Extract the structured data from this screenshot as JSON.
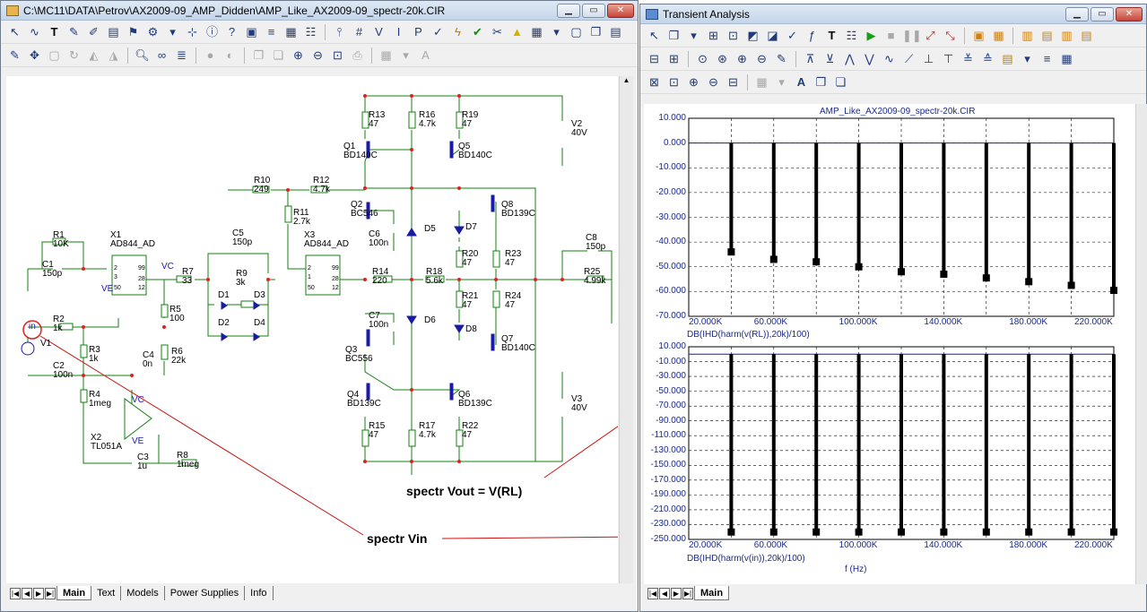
{
  "left_window": {
    "title": "C:\\MC11\\DATA\\Petrov\\AX2009-09_AMP_Didden\\AMP_Like_AX2009-09_spectr-20k.CIR",
    "tabs": [
      "Main",
      "Text",
      "Models",
      "Power Supplies",
      "Info"
    ],
    "active_tab": "Main"
  },
  "right_window": {
    "title": "Transient Analysis",
    "tabs": [
      "Main"
    ],
    "active_tab": "Main"
  },
  "schematic": {
    "components": [
      {
        "ref": "R1",
        "val": "10K"
      },
      {
        "ref": "C1",
        "val": "150p"
      },
      {
        "ref": "X1",
        "val": "AD844_AD"
      },
      {
        "ref": "R7",
        "val": "33"
      },
      {
        "ref": "R9",
        "val": "3k"
      },
      {
        "ref": "C5",
        "val": "150p"
      },
      {
        "ref": "D1",
        "val": ""
      },
      {
        "ref": "D2",
        "val": ""
      },
      {
        "ref": "D3",
        "val": ""
      },
      {
        "ref": "D4",
        "val": ""
      },
      {
        "ref": "R2",
        "val": "1k"
      },
      {
        "ref": "R3",
        "val": "1k"
      },
      {
        "ref": "R4",
        "val": "1meg"
      },
      {
        "ref": "R5",
        "val": "100"
      },
      {
        "ref": "R6",
        "val": "22k"
      },
      {
        "ref": "C4",
        "val": "0n"
      },
      {
        "ref": "C2",
        "val": "100n"
      },
      {
        "ref": "X2",
        "val": "TL051A"
      },
      {
        "ref": "C3",
        "val": "1u"
      },
      {
        "ref": "R8",
        "val": "1meg"
      },
      {
        "ref": "R10",
        "val": "249"
      },
      {
        "ref": "R11",
        "val": "2.7k"
      },
      {
        "ref": "R12",
        "val": "4.7k"
      },
      {
        "ref": "X3",
        "val": "AD844_AD"
      },
      {
        "ref": "R14",
        "val": "220"
      },
      {
        "ref": "R13",
        "val": "47"
      },
      {
        "ref": "Q1",
        "val": "BD140C"
      },
      {
        "ref": "R16",
        "val": "4.7k"
      },
      {
        "ref": "R19",
        "val": "47"
      },
      {
        "ref": "Q5",
        "val": "BD140C"
      },
      {
        "ref": "Q2",
        "val": "BC546"
      },
      {
        "ref": "C6",
        "val": "100n"
      },
      {
        "ref": "D5",
        "val": ""
      },
      {
        "ref": "D7",
        "val": ""
      },
      {
        "ref": "R18",
        "val": "5.6k"
      },
      {
        "ref": "R20",
        "val": "47"
      },
      {
        "ref": "R21",
        "val": "47"
      },
      {
        "ref": "D6",
        "val": ""
      },
      {
        "ref": "D8",
        "val": ""
      },
      {
        "ref": "C7",
        "val": "100n"
      },
      {
        "ref": "Q3",
        "val": "BC556"
      },
      {
        "ref": "Q4",
        "val": "BD139C"
      },
      {
        "ref": "Q6",
        "val": "BD139C"
      },
      {
        "ref": "R15",
        "val": "47"
      },
      {
        "ref": "R17",
        "val": "4.7k"
      },
      {
        "ref": "R22",
        "val": "47"
      },
      {
        "ref": "Q8",
        "val": "BD139C"
      },
      {
        "ref": "R23",
        "val": "47"
      },
      {
        "ref": "R24",
        "val": "47"
      },
      {
        "ref": "Q7",
        "val": "BD140C"
      },
      {
        "ref": "V2",
        "val": "40V"
      },
      {
        "ref": "V3",
        "val": "40V"
      },
      {
        "ref": "C8",
        "val": "150p"
      },
      {
        "ref": "R25",
        "val": "4.99k"
      },
      {
        "ref": "V1",
        "val": ""
      }
    ],
    "pins": {
      "p2": "2",
      "p3": "3",
      "p99": "99",
      "p28": "28",
      "p1": "1",
      "p50": "50",
      "p12": "12"
    },
    "node_labels": {
      "in": "in",
      "vc": "VC",
      "ve": "VE"
    }
  },
  "annotations": {
    "vout": "spectr Vout = V(RL)",
    "vin": "spectr Vin"
  },
  "chart_data": [
    {
      "type": "bar",
      "title": "AMP_Like_AX2009-09_spectr-20k.CIR",
      "xlabel": "DB(IHD(harm(v(RL)),20k)/100)",
      "ylabel": "",
      "x": [
        20000,
        40000,
        60000,
        80000,
        100000,
        120000,
        140000,
        160000,
        180000,
        200000,
        220000
      ],
      "values": [
        0,
        -44,
        -47,
        -48,
        -50,
        -52,
        -53,
        -54.5,
        -56,
        -57.5,
        -59.5
      ],
      "ylim": [
        -70,
        10
      ],
      "xlim": [
        20000,
        220000
      ],
      "yticks": [
        "10.000",
        "0.000",
        "-10.000",
        "-20.000",
        "-30.000",
        "-40.000",
        "-50.000",
        "-60.000",
        "-70.000"
      ],
      "xticks": [
        "20.000K",
        "60.000K",
        "100.000K",
        "140.000K",
        "180.000K",
        "220.000K"
      ],
      "grid": true
    },
    {
      "type": "bar",
      "title": "",
      "xlabel": "DB(IHD(harm(v(in)),20k)/100)",
      "ylabel": "",
      "axis_caption": "f (Hz)",
      "x": [
        20000,
        40000,
        60000,
        80000,
        100000,
        120000,
        140000,
        160000,
        180000,
        200000,
        220000
      ],
      "values": [
        0,
        -240,
        -240,
        -240,
        -240,
        -240,
        -240,
        -240,
        -240,
        -240,
        -240
      ],
      "ylim": [
        -250,
        10
      ],
      "xlim": [
        20000,
        220000
      ],
      "yticks": [
        "10.000",
        "-10.000",
        "-30.000",
        "-50.000",
        "-70.000",
        "-90.000",
        "-110.000",
        "-130.000",
        "-150.000",
        "-170.000",
        "-190.000",
        "-210.000",
        "-230.000",
        "-250.000"
      ],
      "xticks": [
        "20.000K",
        "60.000K",
        "100.000K",
        "140.000K",
        "180.000K",
        "220.000K"
      ],
      "grid": true
    }
  ]
}
